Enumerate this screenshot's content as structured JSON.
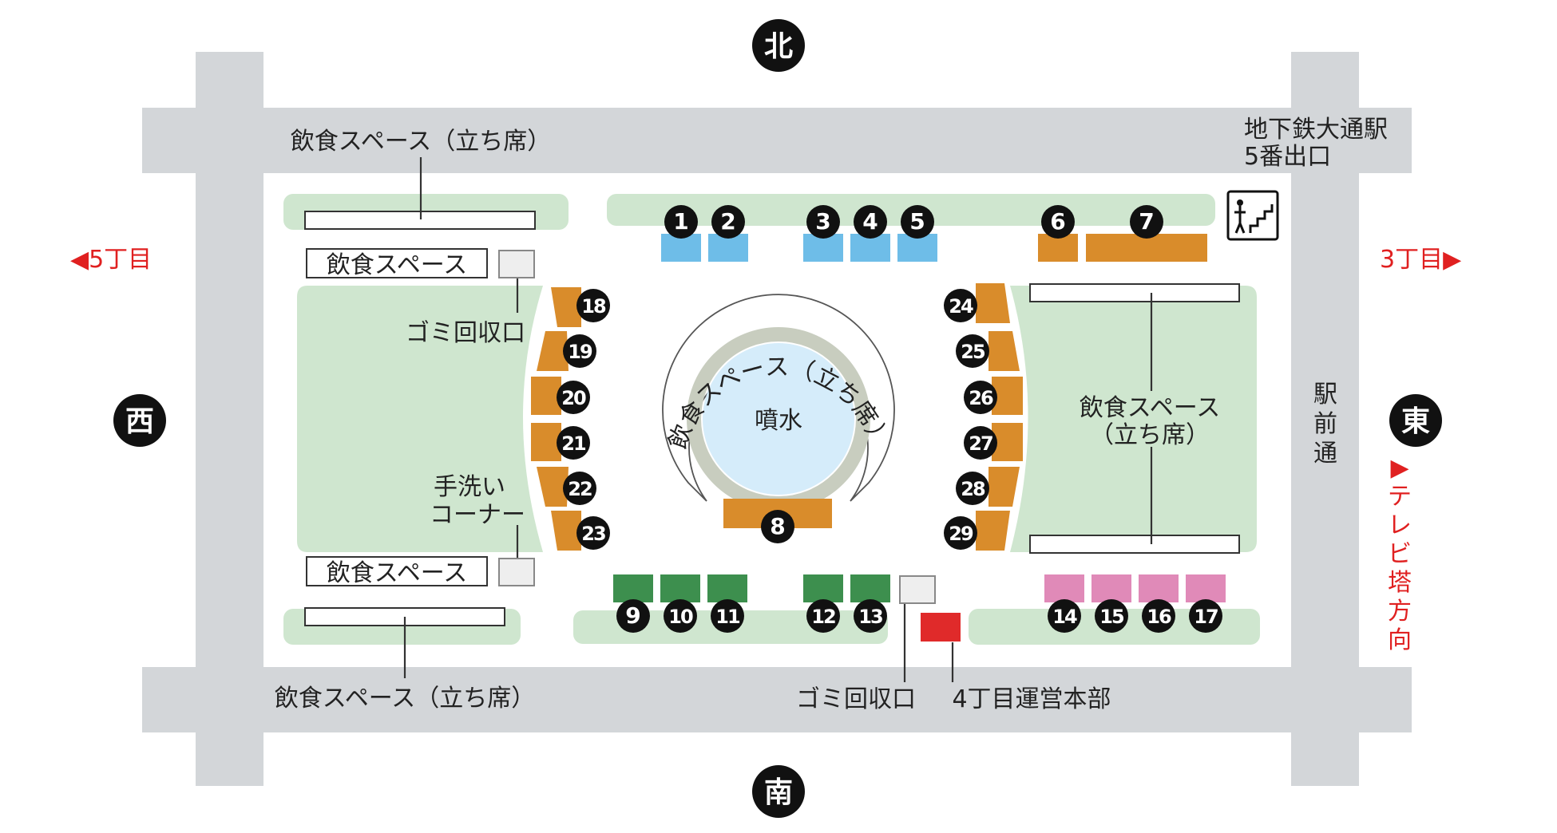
{
  "colors": {
    "road": "#d3d6d9",
    "green": "#cfe6cf",
    "blue_booth": "#6ebde8",
    "orange_booth": "#d98c2b",
    "dark_green_booth": "#3d8f4e",
    "pink_booth": "#e08ab8",
    "hq_red": "#e02a2a",
    "red_text": "#e02020",
    "badge": "#111111",
    "water": "#d5ecfa",
    "ring": "#c8cdbf"
  },
  "compass": {
    "north": "北",
    "south": "南",
    "west": "西",
    "east": "東"
  },
  "directions": {
    "west": "◀5丁目",
    "east": "3丁目▶",
    "tv_tower": [
      "▶",
      "テ",
      "レ",
      "ビ",
      "塔",
      "方",
      "向"
    ]
  },
  "station": {
    "line1": "地下鉄大通駅",
    "line2": "5番出口",
    "stairs_icon": "stairs-icon"
  },
  "road_label": [
    "駅",
    "前",
    "通"
  ],
  "labels": {
    "standing_top": "飲食スペース（立ち席）",
    "standing_bottom": "飲食スペース（立ち席）",
    "seating_upper": "飲食スペース",
    "seating_lower": "飲食スペース",
    "trash_left": "ゴミ回収口",
    "hand_wash_line1": "手洗い",
    "hand_wash_line2": "コーナー",
    "fountain": "噴水",
    "fountain_arc": "飲食スペース（立ち席）",
    "east_standing_line1": "飲食スペース",
    "east_standing_line2": "（立ち席）",
    "trash_bottom": "ゴミ回収口",
    "hq": "4丁目運営本部"
  },
  "booths": [
    "1",
    "2",
    "3",
    "4",
    "5",
    "6",
    "7",
    "8",
    "9",
    "10",
    "11",
    "12",
    "13",
    "14",
    "15",
    "16",
    "17",
    "18",
    "19",
    "20",
    "21",
    "22",
    "23",
    "24",
    "25",
    "26",
    "27",
    "28",
    "29"
  ]
}
